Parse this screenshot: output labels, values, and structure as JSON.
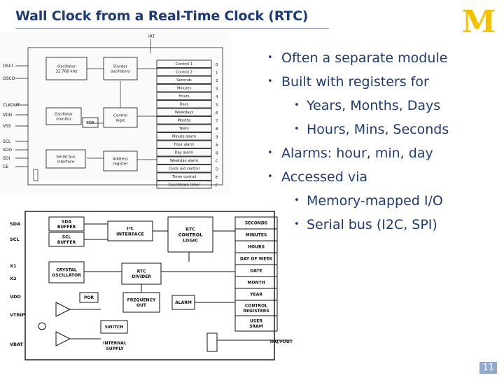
{
  "slide": {
    "title": "Wall Clock from a Real-Time Clock (RTC)",
    "page_number": "11",
    "logo_letter": "M",
    "bullets": [
      {
        "level": 1,
        "text": "Often a separate module"
      },
      {
        "level": 1,
        "text": "Built with registers for"
      },
      {
        "level": 2,
        "text": "Years, Months, Days"
      },
      {
        "level": 2,
        "text": "Hours, Mins, Seconds"
      },
      {
        "level": 1,
        "text": "Alarms: hour, min, day"
      },
      {
        "level": 1,
        "text": "Accessed via"
      },
      {
        "level": 2,
        "text": "Memory-mapped I/O"
      },
      {
        "level": 2,
        "text": "Serial bus (I2C, SPI)"
      }
    ],
    "colors": {
      "title": "#1f3b73",
      "logo": "#f2c200",
      "page_bg": "#8fa8d6"
    }
  },
  "diagram1": {
    "top_pin": "IRT",
    "pins_left": [
      "OSCI",
      "OSCO",
      "CLKOUT",
      "VDD",
      "VSS",
      "SCL",
      "SDO",
      "SDI",
      "CE"
    ],
    "blocks": {
      "oscillator": [
        "Oscillator",
        "32.768 kHz"
      ],
      "divider": [
        "Divider",
        "oscillators"
      ],
      "osc_monitor": [
        "Oscillator",
        "monitor"
      ],
      "control_logic": [
        "Control",
        "logic"
      ],
      "por": "POR",
      "serial_interface": [
        "Serial bus",
        "interface"
      ],
      "address_register": [
        "Address",
        "register"
      ]
    },
    "registers": [
      "Control 1",
      "Control 2",
      "Seconds",
      "Minutes",
      "Hours",
      "Days",
      "Weekdays",
      "Months",
      "Years",
      "Minute alarm",
      "Hour alarm",
      "Day alarm",
      "Weekday alarm",
      "Clock out control",
      "Timer control",
      "Countdown timer"
    ],
    "addresses": [
      "0",
      "1",
      "2",
      "3",
      "4",
      "5",
      "6",
      "7",
      "8",
      "9",
      "A",
      "B",
      "C",
      "D",
      "E",
      "F"
    ]
  },
  "diagram2": {
    "pins_left": [
      "SDA",
      "SCL",
      "X1",
      "X2",
      "VDD",
      "VTRIP",
      "VBAT"
    ],
    "pin_right": "IRQ/FOUT",
    "blocks": {
      "sda_buffer": [
        "SDA",
        "BUFFER"
      ],
      "scl_buffer": [
        "SCL",
        "BUFFER"
      ],
      "i2c": [
        "I²C",
        "INTERFACE"
      ],
      "rtc_control": [
        "RTC",
        "CONTROL",
        "LOGIC"
      ],
      "crystal": [
        "CRYSTAL",
        "OSCILLATOR"
      ],
      "rtc_divider": [
        "RTC",
        "DIVIDER"
      ],
      "por": "POR",
      "freq_out": [
        "FREQUENCY",
        "OUT"
      ],
      "alarm": "ALARM",
      "switch": "SWITCH",
      "internal_supply": [
        "INTERNAL",
        "SUPPLY"
      ]
    },
    "registers": [
      "SECONDS",
      "MINUTES",
      "HOURS",
      "DAY OF WEEK",
      "DATE",
      "MONTH",
      "YEAR",
      "CONTROL REGISTERS",
      "USER SRAM"
    ]
  }
}
